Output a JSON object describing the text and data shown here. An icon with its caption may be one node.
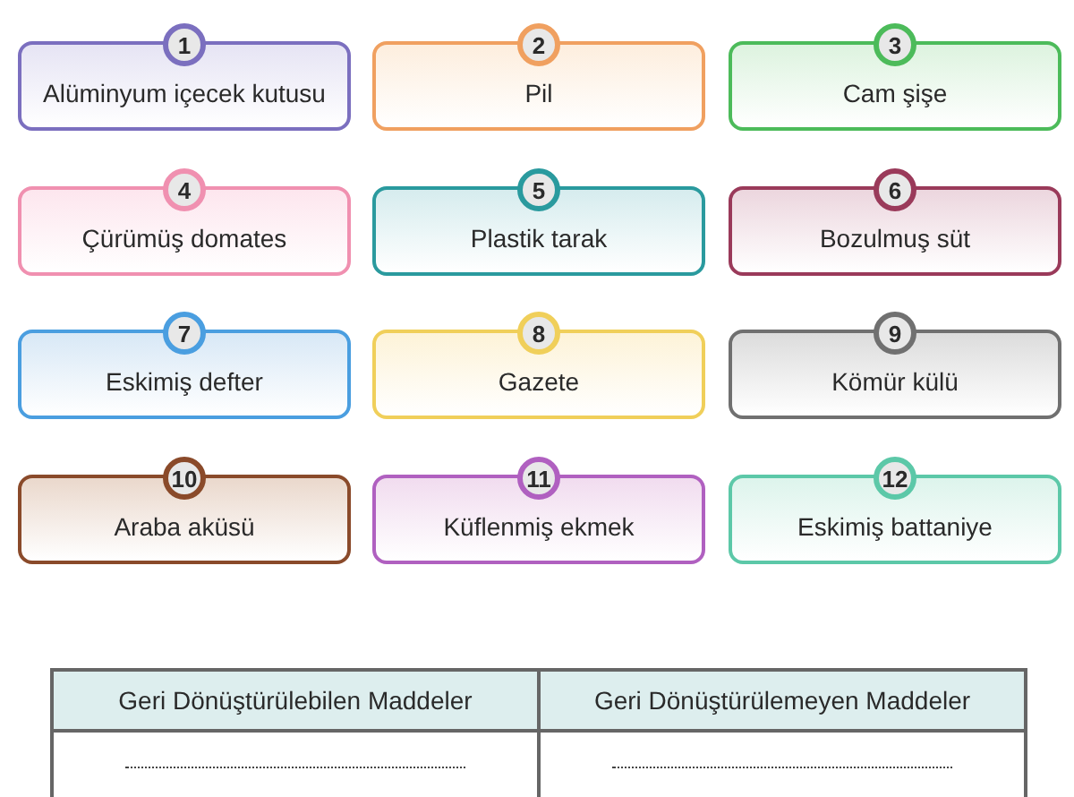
{
  "diagram": {
    "nodes": [
      {
        "text": [
          "1"
        ]
      },
      {
        "text": [
          "Alüminyum içecek kutusu"
        ]
      },
      {
        "text": [
          "2"
        ]
      },
      {
        "text": [
          "Pil"
        ]
      },
      {
        "text": [
          "3"
        ]
      },
      {
        "text": [
          "Cam şişe"
        ]
      },
      {
        "text": [
          "4"
        ]
      },
      {
        "text": [
          "Çürümüş domates"
        ]
      },
      {
        "text": [
          "5"
        ]
      },
      {
        "text": [
          "Plastik tarak"
        ]
      },
      {
        "text": [
          "6"
        ]
      },
      {
        "text": [
          "Bozulmuş süt"
        ]
      },
      {
        "text": [
          "7"
        ]
      },
      {
        "text": [
          "Eskimiş defter"
        ]
      },
      {
        "text": [
          "8"
        ]
      },
      {
        "text": [
          "Gazete"
        ]
      },
      {
        "text": [
          "9"
        ]
      },
      {
        "text": [
          "Kömür külü"
        ]
      },
      {
        "text": [
          "10"
        ]
      },
      {
        "text": [
          "Araba aküsü"
        ]
      },
      {
        "text": [
          "11"
        ]
      },
      {
        "text": [
          "Küflenmiş ekmek"
        ]
      },
      {
        "text": [
          "12"
        ]
      },
      {
        "text": [
          "Eskimiş battaniye"
        ]
      }
    ],
    "labels": [
      "Geri Dönüştürülebilen Maddeler",
      "Geri Dönüştürülemeyen Maddeler"
    ]
  }
}
